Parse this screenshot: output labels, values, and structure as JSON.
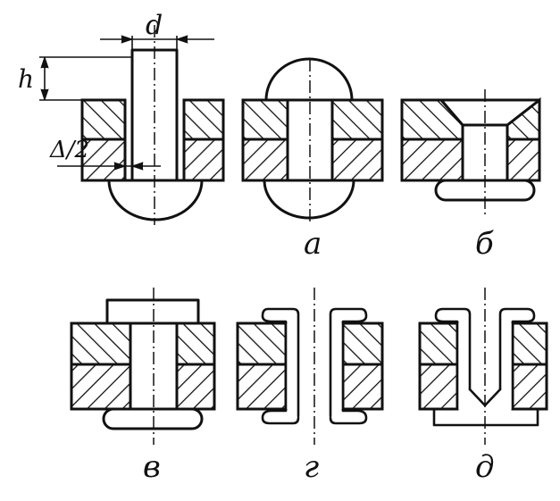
{
  "labels": {
    "dim_d": "d",
    "dim_h": "h",
    "dim_delta": "Δ/2",
    "fig_a": "а",
    "fig_b": "б",
    "fig_v": "в",
    "fig_g": "г",
    "fig_d": "д"
  },
  "colors": {
    "ink": "#111111",
    "paper": "#ffffff"
  }
}
